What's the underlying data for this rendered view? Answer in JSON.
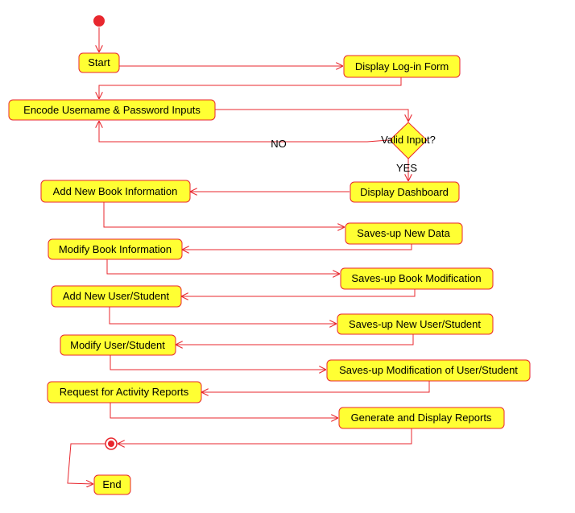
{
  "nodes": {
    "start_label": "Start",
    "display_login": "Display Log-in Form",
    "encode_inputs": "Encode Username & Password Inputs",
    "valid_input": "Valid Input?",
    "display_dashboard": "Display Dashboard",
    "add_book": "Add New Book Information",
    "save_new_data": "Saves-up New Data",
    "modify_book": "Modify Book Information",
    "save_book_mod": "Saves-up Book Modification",
    "add_user": "Add New User/Student",
    "save_new_user": "Saves-up New User/Student",
    "modify_user": "Modify User/Student",
    "save_user_mod": "Saves-up Modification of User/Student",
    "request_reports": "Request for Activity Reports",
    "generate_reports": "Generate and Display Reports",
    "end_label": "End"
  },
  "edge_labels": {
    "no": "NO",
    "yes": "YES"
  },
  "colors": {
    "node_fill": "#ffff33",
    "node_stroke": "#e8272e",
    "line": "#e8272e",
    "initial_node": "#e8272e"
  }
}
